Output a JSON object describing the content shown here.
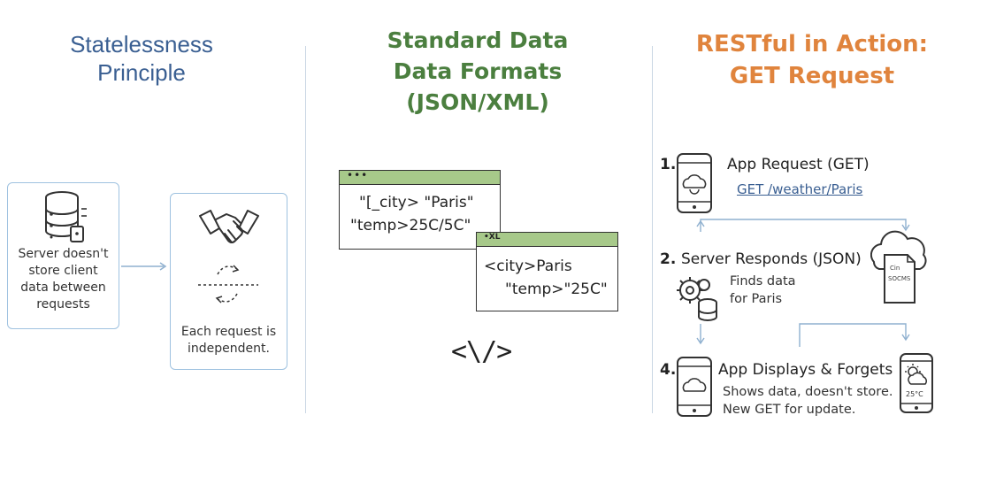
{
  "sections": {
    "statelessness": {
      "title_line1": "Statelessness",
      "title_line2": "Principle",
      "server_box_text": "Server doesn't\nstore client\ndata between\nrequests",
      "request_box_text": "Each request is\nindependent."
    },
    "formats": {
      "title_line1": "Standard Data",
      "title_line2": "Data Formats",
      "title_line3": "(JSON/XML)",
      "json_window": {
        "dots": "•••",
        "line1": "\"[_city> \"Paris\"",
        "line2": "\"temp>25C/5C\""
      },
      "xml_window": {
        "label": "•XL",
        "line1": "<city>Paris",
        "line2": "\"temp>\"25C\""
      },
      "code_symbol": "<\\/>"
    },
    "restful": {
      "title_line1": "RESTful in Action:",
      "title_line2": "GET Request",
      "step1": {
        "num": "1.",
        "title": "App Request (GET)",
        "link": "GET /weather/Paris"
      },
      "step2": {
        "num": "2.",
        "title": "Server Responds (JSON)",
        "desc": "Finds data\nfor Paris",
        "doc_line1": "Cin",
        "doc_line2": "SOCMS"
      },
      "step4": {
        "num": "4.",
        "title": "App Displays & Forgets",
        "desc": "Shows data, doesn't store.\nNew GET for update.",
        "temp": "25°C"
      }
    }
  },
  "colors": {
    "blue_heading": "#3a5f92",
    "green_heading": "#4b7f3f",
    "orange_heading": "#e0843d",
    "box_border": "#9fc2e0",
    "window_bar": "#a7c98a",
    "arrow": "#8fb0cf"
  },
  "icons": [
    "database-icon",
    "handshake-icon",
    "refresh-arrows-icon",
    "code-icon",
    "phone-cloud-icon",
    "cloud-document-icon",
    "gears-database-icon",
    "phone-weather-icon"
  ]
}
